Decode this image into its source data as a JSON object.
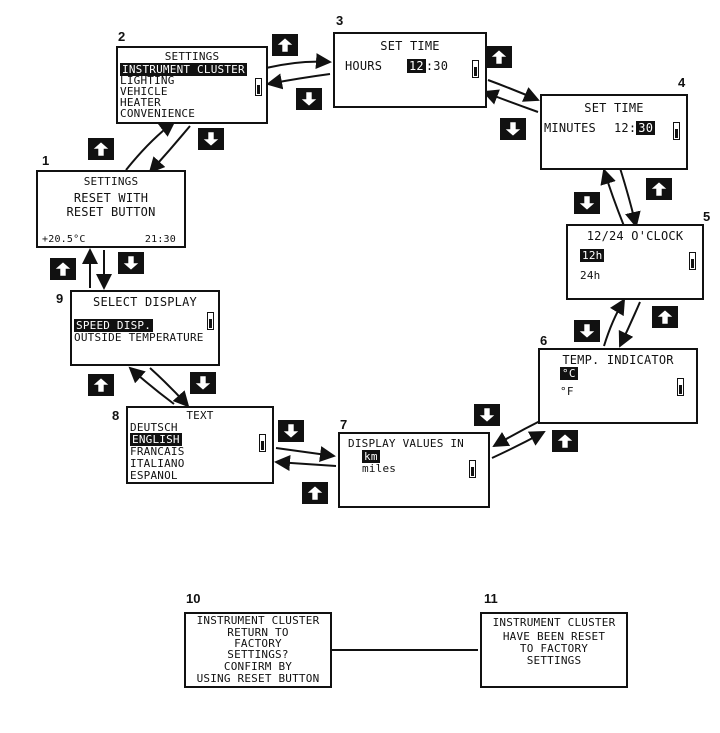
{
  "steps": {
    "s1": {
      "number": "1",
      "title": "SETTINGS",
      "line1": "RESET WITH",
      "line2": "RESET BUTTON",
      "temp": "+20.5°C",
      "time": "21:30"
    },
    "s2": {
      "number": "2",
      "title": "SETTINGS",
      "items": [
        "INSTRUMENT CLUSTER",
        "LIGHTING",
        "VEHICLE",
        "HEATER",
        "CONVENIENCE"
      ],
      "selected_index": 0
    },
    "s3": {
      "number": "3",
      "title": "SET TIME",
      "label": "HOURS",
      "hours": "12",
      "sep": ":",
      "minutes": "30"
    },
    "s4": {
      "number": "4",
      "title": "SET TIME",
      "label": "MINUTES",
      "hours": "12",
      "sep": ":",
      "minutes": "30"
    },
    "s5": {
      "number": "5",
      "title": "12/24 O'CLOCK",
      "opt1": "12h",
      "opt2": "24h"
    },
    "s6": {
      "number": "6",
      "title": "TEMP. INDICATOR",
      "opt1": "°C",
      "opt2": "°F"
    },
    "s7": {
      "number": "7",
      "title": "DISPLAY VALUES IN",
      "opt1": "km",
      "opt2": "miles"
    },
    "s8": {
      "number": "8",
      "title": "TEXT",
      "items": [
        "DEUTSCH",
        "ENGLISH",
        "FRANCAIS",
        "ITALIANO",
        "ESPANOL"
      ],
      "selected_index": 1
    },
    "s9": {
      "number": "9",
      "title": "SELECT DISPLAY",
      "opt1": "SPEED DISP.",
      "opt2": "OUTSIDE TEMPERATURE"
    },
    "s10": {
      "number": "10",
      "lines": [
        "INSTRUMENT CLUSTER",
        "RETURN TO",
        "FACTORY",
        "SETTINGS?",
        "CONFIRM BY",
        "USING RESET BUTTON"
      ]
    },
    "s11": {
      "number": "11",
      "lines": [
        "INSTRUMENT CLUSTER",
        "HAVE BEEN RESET",
        "TO FACTORY",
        "SETTINGS"
      ]
    }
  },
  "icons": {
    "up": "arrow-up-icon",
    "down": "arrow-down-icon",
    "scroll": "scroll-indicator-icon"
  }
}
